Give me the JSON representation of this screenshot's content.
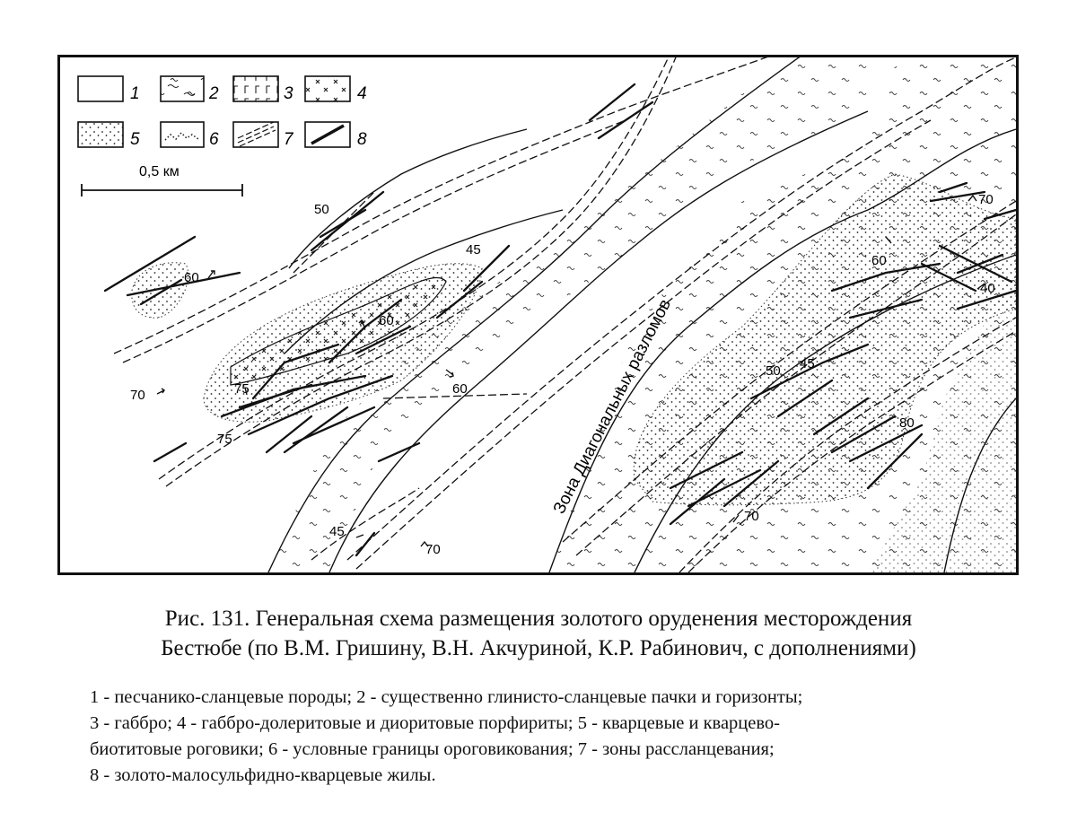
{
  "figure": {
    "legend_items": [
      {
        "num": "1",
        "pattern": "blank"
      },
      {
        "num": "2",
        "pattern": "tilde"
      },
      {
        "num": "3",
        "pattern": "gamma"
      },
      {
        "num": "4",
        "pattern": "cross"
      },
      {
        "num": "5",
        "pattern": "dots"
      },
      {
        "num": "6",
        "pattern": "dotted-boundary"
      },
      {
        "num": "7",
        "pattern": "shear-zone"
      },
      {
        "num": "8",
        "pattern": "vein"
      }
    ],
    "scale_bar": {
      "label": "0,5 км"
    },
    "fault_zone_label": "Зона Диагональных разломов",
    "dip_labels": [
      "50",
      "60",
      "45",
      "60",
      "75",
      "70",
      "60",
      "75",
      "45",
      "70",
      "70",
      "60",
      "40",
      "50",
      "45",
      "80",
      "70"
    ]
  },
  "caption": {
    "line1": "Рис. 131. Генеральная схема размещения золотого оруденения месторождения",
    "line2": "Бестюбе (по В.М. Гришину, В.Н. Акчуриной, К.Р. Рабинович, с дополнениями)"
  },
  "legend_text": {
    "line1": "1 - песчанико-сланцевые породы; 2 - существенно глинисто-сланцевые пачки и горизонты;",
    "line2": "3 - габбро; 4 - габбро-долеритовые и диоритовые порфириты; 5 - кварцевые и кварцево-",
    "line3": "биотитовые роговики; 6 - условные границы ороговикования; 7 - зоны рассланцевания;",
    "line4": "8 - золото-малосульфидно-кварцевые жилы."
  }
}
